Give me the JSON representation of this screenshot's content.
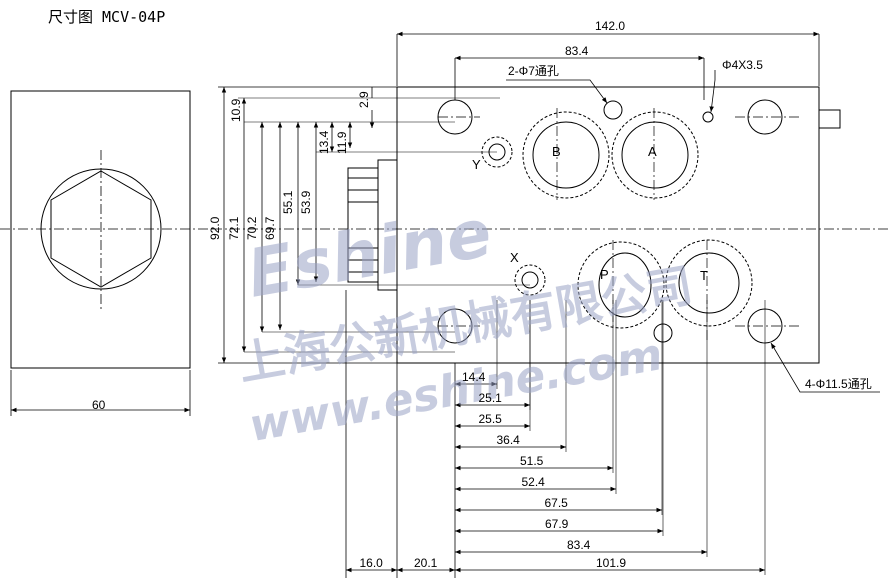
{
  "title": "尺寸图 MCV-04P",
  "watermark": {
    "brand": "Eshine",
    "company_cn": "上海公新机械有限公司",
    "url": "www.eshine.com",
    "color": "#9aa3c6"
  },
  "ports": {
    "A": "A",
    "B": "B",
    "P": "P",
    "T": "T",
    "X": "X",
    "Y": "Y"
  },
  "callouts": {
    "thru_small": "2-Φ7通孔",
    "pin_hole": "Φ4X3.5",
    "thru_large": "4-Φ11.5通孔"
  },
  "dims": {
    "overall_width": "142.0",
    "hole_span": "83.4",
    "left_view_width": "60",
    "height": "92.0",
    "h_72_1": "72.1",
    "h_70_2": "70.2",
    "h_69_7": "69.7",
    "h_55_1": "55.1",
    "h_53_9": "53.9",
    "h_13_4": "13.4",
    "h_11_9": "11.9",
    "h_10_9": "10.9",
    "h_2_9": "2.9",
    "x_14_4": "14.4",
    "x_25_1": "25.1",
    "x_25_5": "25.5",
    "x_36_4": "36.4",
    "x_51_5": "51.5",
    "x_52_4": "52.4",
    "x_67_5": "67.5",
    "x_67_9": "67.9",
    "x_83_4": "83.4",
    "x_101_9": "101.9",
    "x_16_0": "16.0",
    "x_20_1": "20.1"
  }
}
